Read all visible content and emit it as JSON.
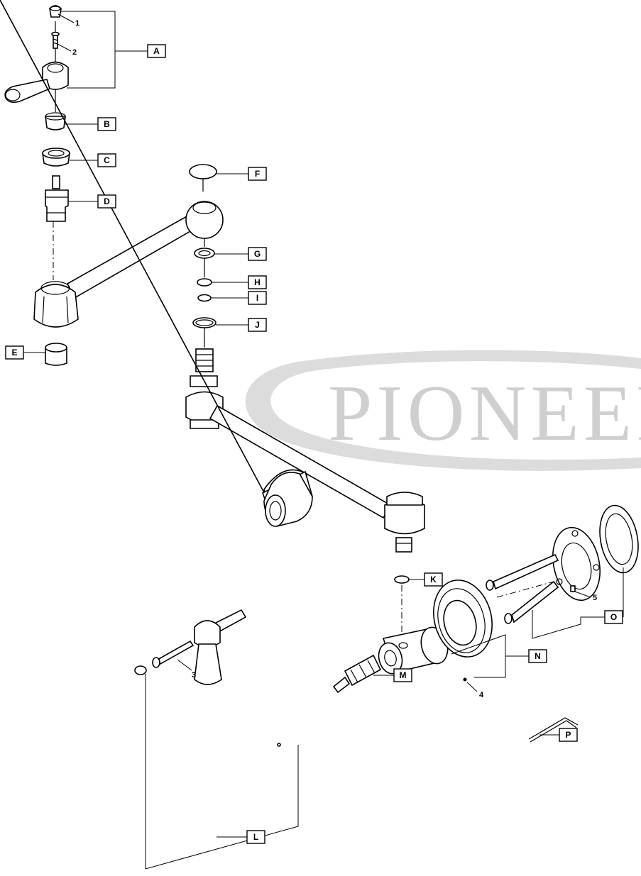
{
  "diagram": {
    "watermark": "PIONEER",
    "colors": {
      "line": "#000000",
      "watermark": "#cfcfcf",
      "background": "#ffffff"
    },
    "letter_callouts": [
      "A",
      "B",
      "C",
      "D",
      "E",
      "F",
      "G",
      "H",
      "I",
      "J",
      "K",
      "L",
      "M",
      "N",
      "O",
      "P"
    ],
    "number_callouts": [
      "1",
      "2",
      "3",
      "4",
      "5"
    ]
  }
}
